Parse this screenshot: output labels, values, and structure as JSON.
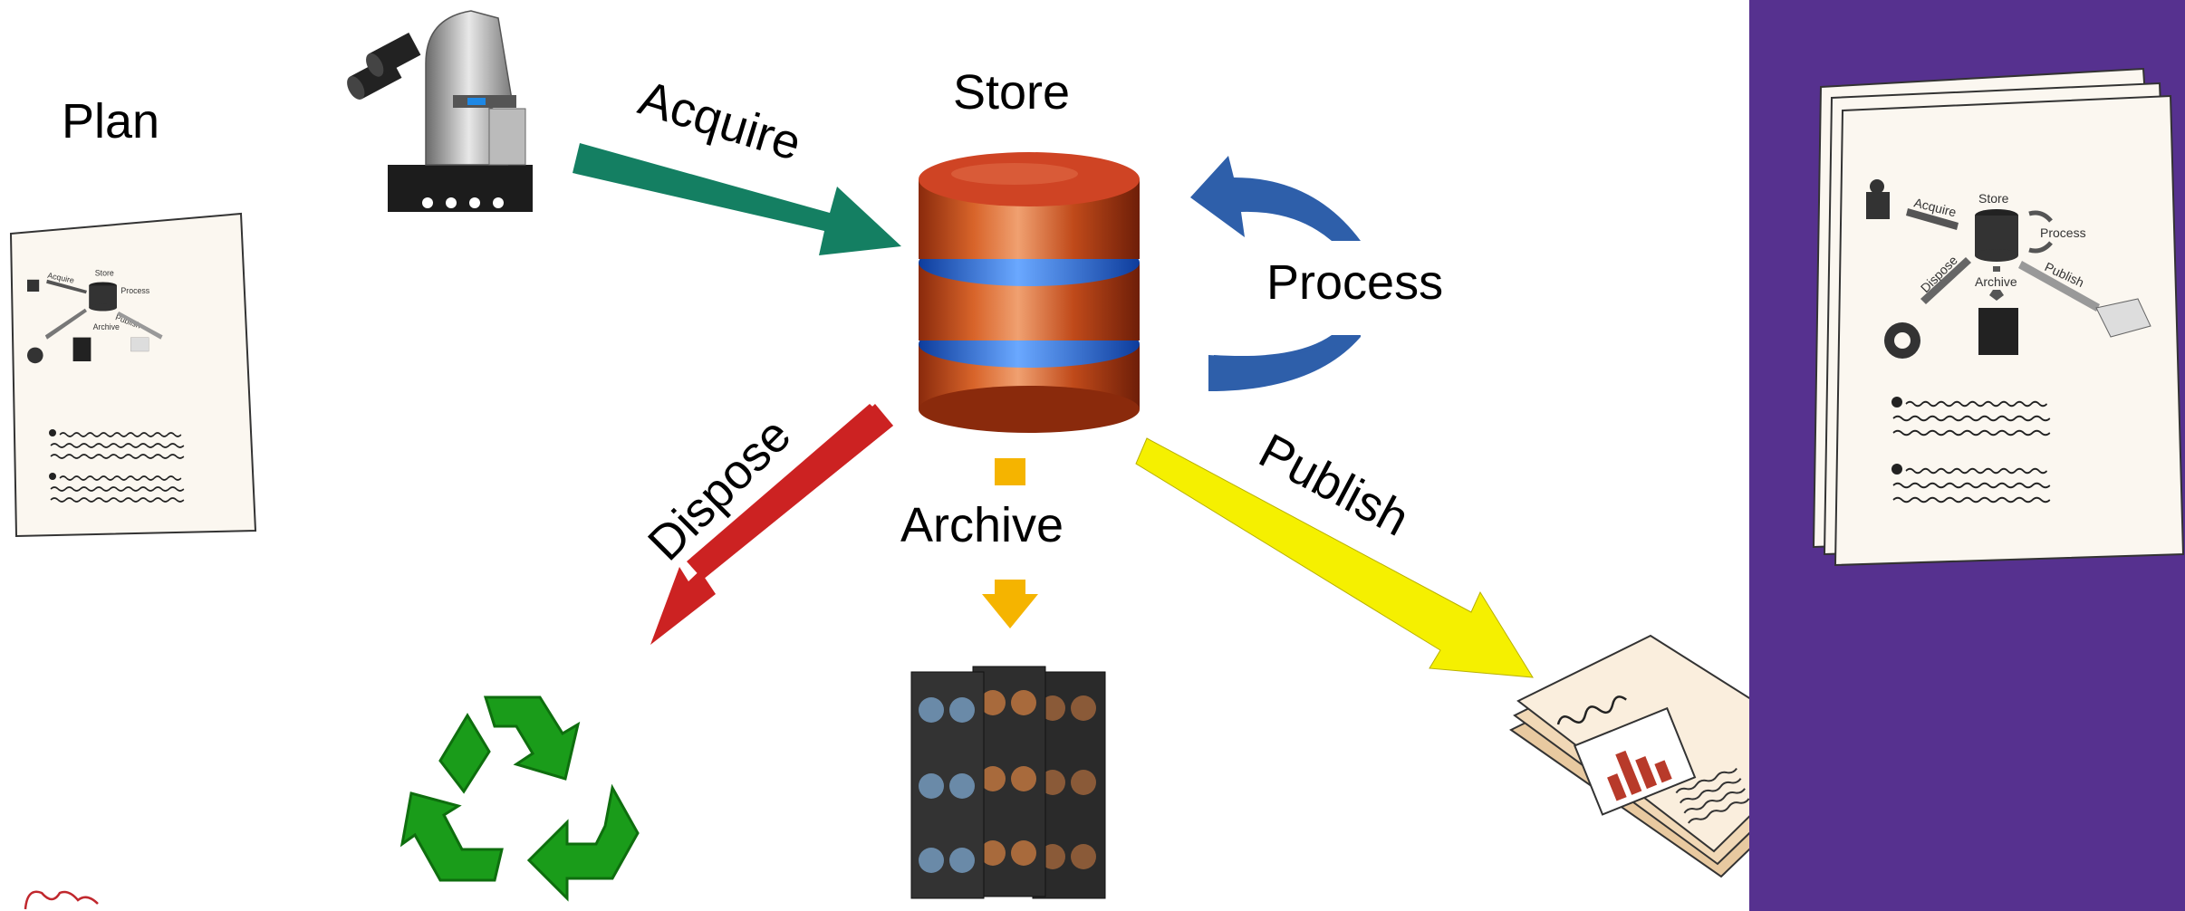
{
  "labels": {
    "plan": "Plan",
    "store": "Store",
    "acquire": "Acquire",
    "process": "Process",
    "dispose": "Dispose",
    "archive": "Archive",
    "publish": "Publish"
  },
  "mini_diagram_labels": {
    "store": "Store",
    "acquire": "Acquire",
    "process": "Process",
    "dispose": "Dispose",
    "archive": "Archive",
    "publish": "Publish"
  },
  "icons": {
    "microscope": "microscope-icon",
    "database": "database-icon",
    "recycle": "recycle-icon",
    "tape_archive": "tape-archive-icon",
    "publication": "publication-icon",
    "plan_document": "plan-document-icon",
    "document_stack": "document-stack-icon"
  },
  "colors": {
    "acquire_arrow": "#147f62",
    "process_arrow": "#2e5faa",
    "dispose_arrow": "#cc2222",
    "archive_arrow": "#f5b400",
    "publish_arrow": "#f5f000",
    "database": "#c94a1e",
    "database_band": "#2a6fe0",
    "recycle": "#1a9c1a",
    "side_panel": "#56318f",
    "paper": "#fbf7f0"
  }
}
